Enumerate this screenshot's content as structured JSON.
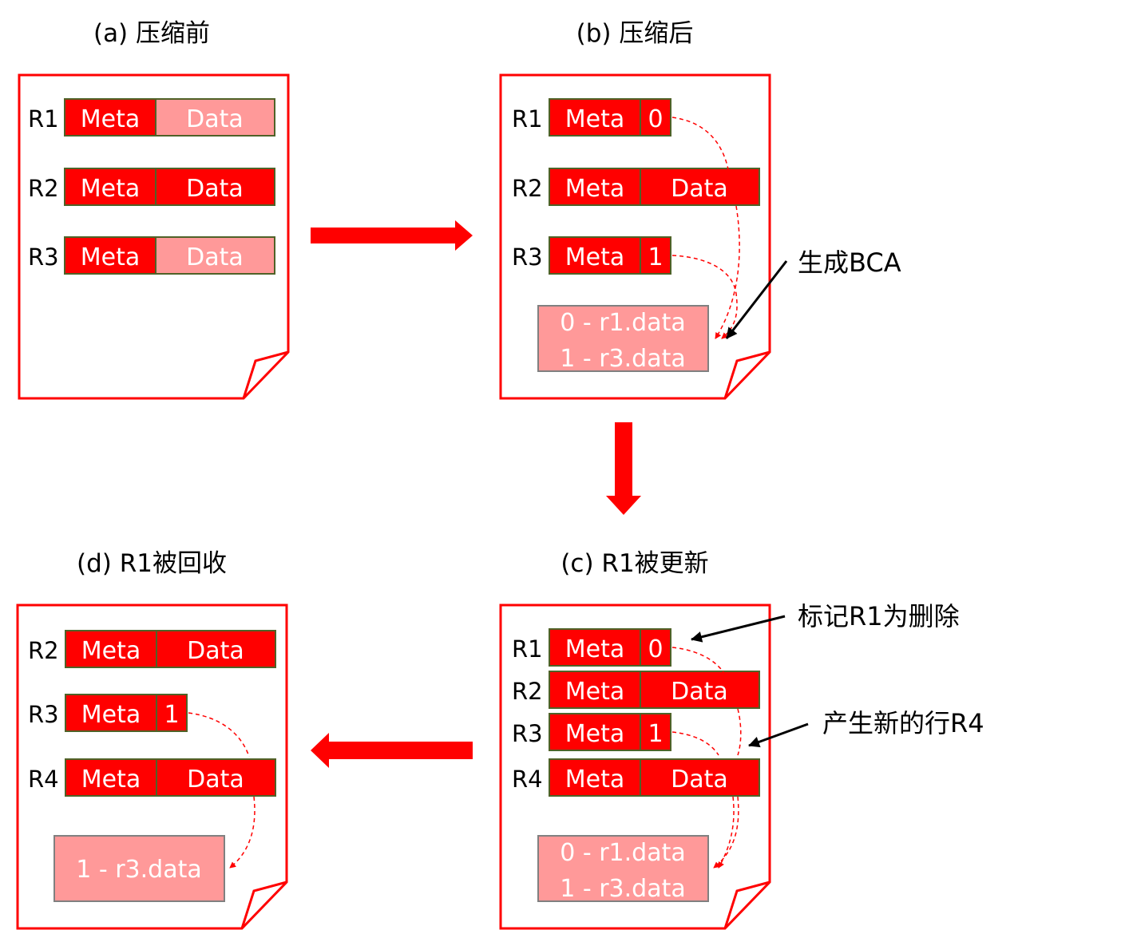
{
  "colors": {
    "red": "#ff0000",
    "pink": "#ff9999",
    "cell_border": "#4f6228",
    "bca_border": "#808080",
    "annotation_arrow": "#000000"
  },
  "panels": {
    "a": {
      "title": "(a) 压缩前",
      "rows": [
        {
          "label": "R1",
          "meta": "Meta",
          "data": "Data",
          "data_state": "pink"
        },
        {
          "label": "R2",
          "meta": "Meta",
          "data": "Data",
          "data_state": "red"
        },
        {
          "label": "R3",
          "meta": "Meta",
          "data": "Data",
          "data_state": "pink"
        }
      ]
    },
    "b": {
      "title": "(b) 压缩后",
      "rows": [
        {
          "label": "R1",
          "meta": "Meta",
          "ref": "0"
        },
        {
          "label": "R2",
          "meta": "Meta",
          "data": "Data"
        },
        {
          "label": "R3",
          "meta": "Meta",
          "ref": "1"
        }
      ],
      "bca": [
        "0 - r1.data",
        "1 - r3.data"
      ],
      "annotation": "生成BCA"
    },
    "c": {
      "title": "(c) R1被更新",
      "rows": [
        {
          "label": "R1",
          "meta": "Meta",
          "ref": "0"
        },
        {
          "label": "R2",
          "meta": "Meta",
          "data": "Data"
        },
        {
          "label": "R3",
          "meta": "Meta",
          "ref": "1"
        },
        {
          "label": "R4",
          "meta": "Meta",
          "data": "Data"
        }
      ],
      "bca": [
        "0 - r1.data",
        "1 - r3.data"
      ],
      "annotations": [
        "标记R1为删除",
        "产生新的行R4"
      ]
    },
    "d": {
      "title": "(d) R1被回收",
      "rows": [
        {
          "label": "R2",
          "meta": "Meta",
          "data": "Data"
        },
        {
          "label": "R3",
          "meta": "Meta",
          "ref": "1"
        },
        {
          "label": "R4",
          "meta": "Meta",
          "data": "Data"
        }
      ],
      "bca": [
        "1 - r3.data"
      ]
    }
  }
}
